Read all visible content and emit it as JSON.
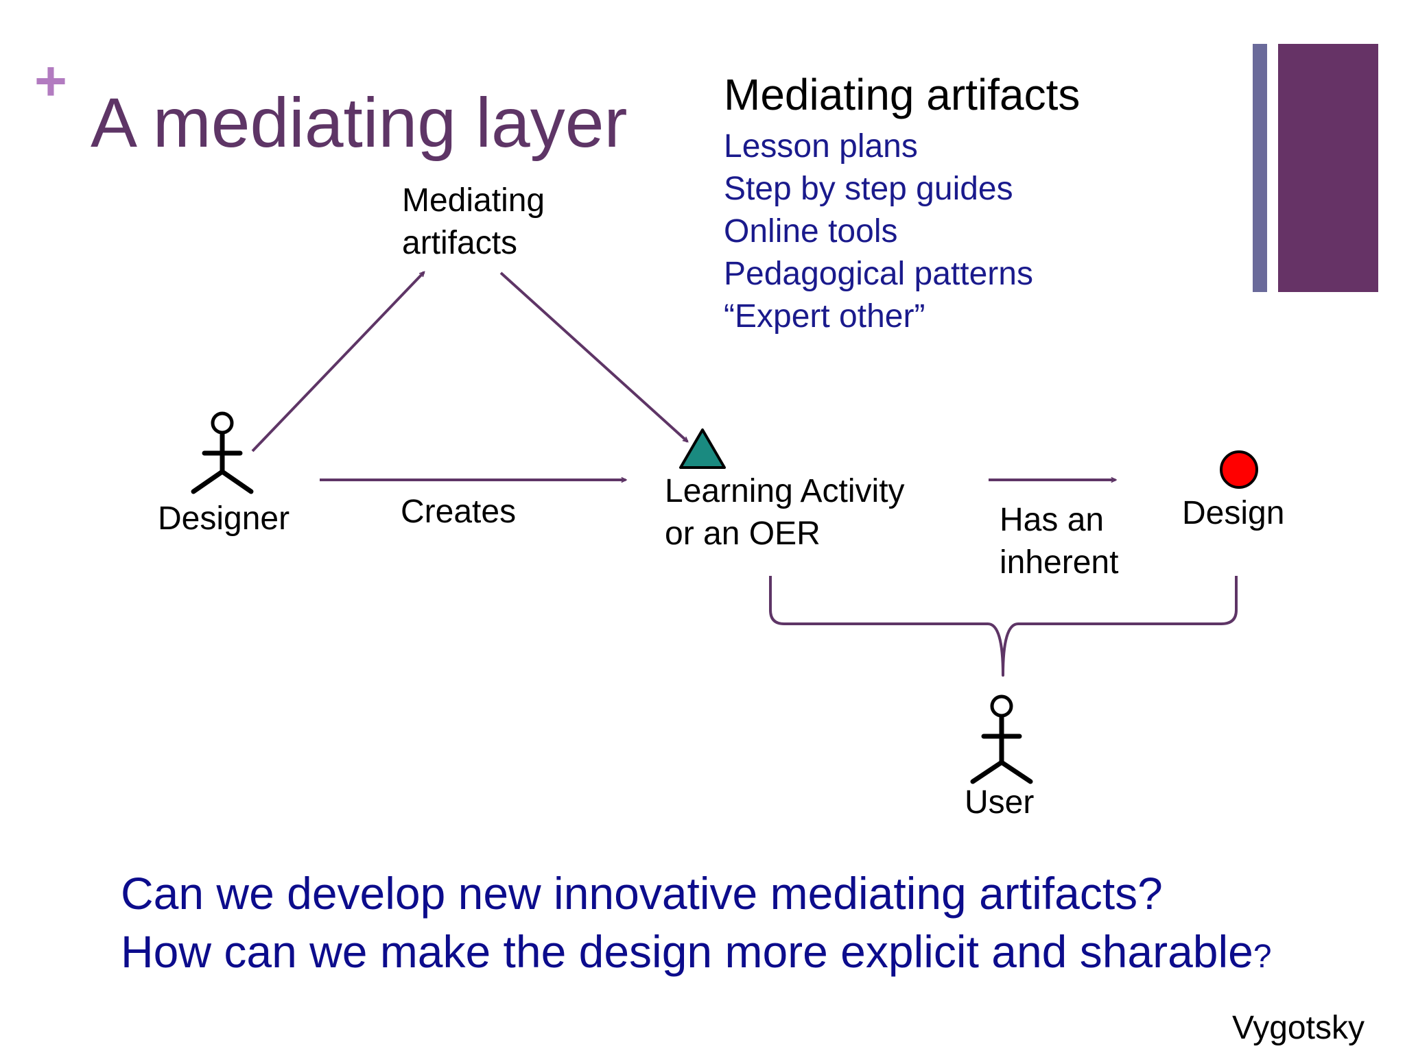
{
  "slide": {
    "plus": "+",
    "title": "A mediating layer"
  },
  "artifacts_panel": {
    "heading": "Mediating artifacts",
    "items": [
      "Lesson plans",
      "Step by step guides",
      "Online tools",
      "Pedagogical patterns",
      "“Expert other”"
    ]
  },
  "diagram": {
    "mediating_label": [
      "Mediating",
      "artifacts"
    ],
    "designer_label": "Designer",
    "creates_label": "Creates",
    "activity_label": [
      "Learning Activity",
      "or an OER"
    ],
    "has_label": [
      "Has an",
      "inherent"
    ],
    "design_label": "Design",
    "user_label": "User"
  },
  "questions": {
    "q1": "Can we develop new innovative mediating artifacts?",
    "q2": "How can we make the design more explicit and sharable",
    "q2_mark": "?"
  },
  "attribution": "Vygotsky",
  "colors": {
    "title": "#5e3566",
    "arrow": "#5e3566",
    "artifact_items": "#1a1a8c",
    "questions": "#0c0c8c",
    "triangle": "#1a8a80",
    "design_dot": "#ff0000",
    "accent_thin": "#6a6a9a",
    "accent_wide": "#663366"
  },
  "icons": {
    "designer": "stick-figure-icon",
    "user": "stick-figure-icon",
    "activity": "triangle-icon",
    "design": "red-dot-icon"
  }
}
